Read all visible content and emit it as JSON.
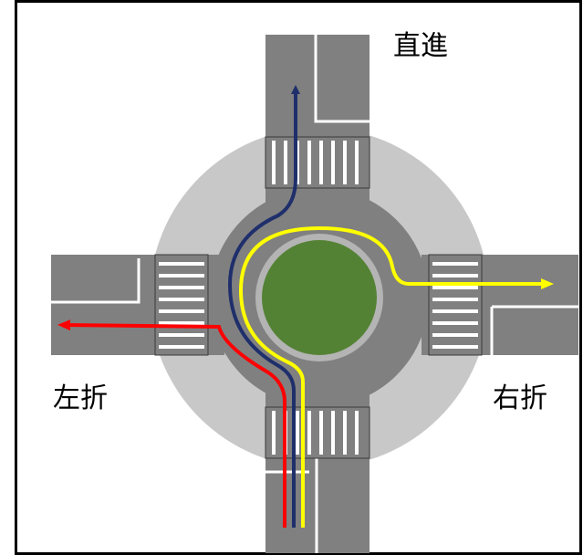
{
  "labels": {
    "straight": "直進",
    "left_turn": "左折",
    "right_turn": "右折"
  },
  "colors": {
    "road": "#808080",
    "outer_ring": "#c8c8c8",
    "island": "#548235",
    "lane_marking": "#ffffff",
    "straight_path": "#1f2f6b",
    "left_path": "#ff0000",
    "right_path": "#ffff00",
    "frame_border": "#000000"
  }
}
